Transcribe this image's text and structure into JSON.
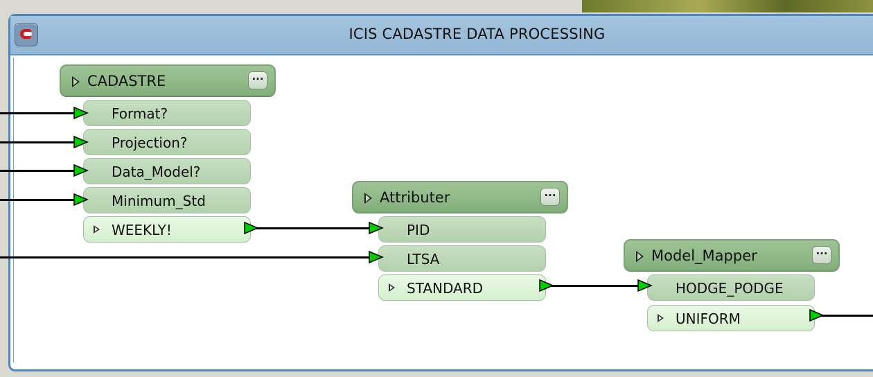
{
  "window": {
    "title": "ICIS CADASTRE DATA PROCESSING",
    "icon": "custom-transformer-icon"
  },
  "nodes": [
    {
      "name": "CADASTRE",
      "inputs": [
        "Format?",
        "Projection?",
        "Data_Model?",
        "Minimum_Std"
      ],
      "outputs": [
        "WEEKLY!"
      ]
    },
    {
      "name": "Attributer",
      "inputs": [
        "PID",
        "LTSA"
      ],
      "outputs": [
        "STANDARD"
      ]
    },
    {
      "name": "Model_Mapper",
      "inputs": [
        "HODGE_PODGE"
      ],
      "outputs": [
        "UNIFORM"
      ]
    }
  ],
  "connections": [
    {
      "from": "external",
      "to": "CADASTRE.Format?"
    },
    {
      "from": "external",
      "to": "CADASTRE.Projection?"
    },
    {
      "from": "external",
      "to": "CADASTRE.Data_Model?"
    },
    {
      "from": "external",
      "to": "CADASTRE.Minimum_Std"
    },
    {
      "from": "CADASTRE.WEEKLY!",
      "to": "Attributer.PID"
    },
    {
      "from": "external",
      "to": "Attributer.LTSA"
    },
    {
      "from": "Attributer.STANDARD",
      "to": "Model_Mapper.HODGE_PODGE"
    },
    {
      "from": "Model_Mapper.UNIFORM",
      "to": "external"
    }
  ],
  "colors": {
    "frame_border": "#4e88bb",
    "titlebar": "#a4c4de",
    "node_header": "#8fb887",
    "input_port": "#bcd7b6",
    "output_port": "#dcf3d6",
    "port_flag": "#00cc00",
    "wire": "#000000"
  },
  "more_button_glyph": "···"
}
